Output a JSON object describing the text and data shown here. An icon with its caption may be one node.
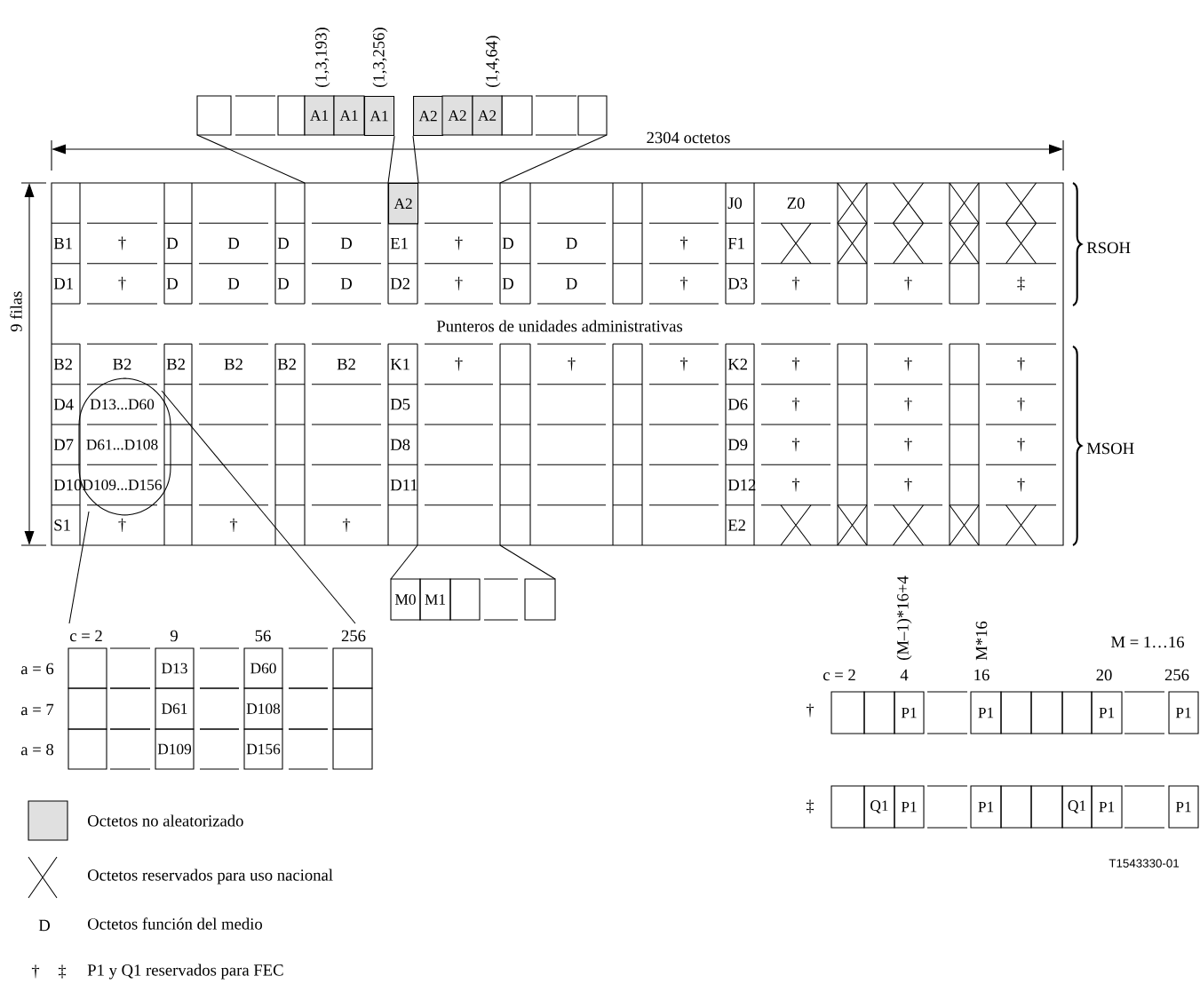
{
  "diagram": {
    "nodes": [
      {
        "text": [
          "A1"
        ]
      },
      {
        "text": [
          "A2"
        ]
      },
      {
        "text": [
          "A2"
        ]
      }
    ],
    "edges": [
      {
        "from": 0,
        "to": 2,
        "arrow": "none"
      },
      {
        "from": 1,
        "to": 2,
        "arrow": "none"
      }
    ],
    "labels": [
      "(1,3,193)",
      "(1,3,256)",
      "(1,4,64)",
      "A1",
      "A1",
      "A2",
      "A2",
      "2304 octetos",
      "9 filas",
      "J0",
      "Z0",
      "B1",
      "†",
      "D",
      "D",
      "D",
      "D",
      "E1",
      "†",
      "D",
      "D",
      "†",
      "F1",
      "RSOH",
      "D1",
      "†",
      "D",
      "D",
      "D",
      "D",
      "D2",
      "†",
      "D",
      "D",
      "†",
      "D3",
      "†",
      "†",
      "‡",
      "Punteros de unidades administrativas",
      "B2",
      "B2",
      "B2",
      "B2",
      "B2",
      "B2",
      "K1",
      "†",
      "†",
      "†",
      "K2",
      "†",
      "†",
      "†",
      "D4",
      "D13...D60",
      "D5",
      "D6",
      "†",
      "†",
      "†",
      "D7",
      "D61...D108",
      "D8",
      "D9",
      "†",
      "†",
      "†",
      "MSOH",
      "D10",
      "D109...D156",
      "D11",
      "D12",
      "†",
      "†",
      "†",
      "S1",
      "†",
      "†",
      "†",
      "E2",
      "M0",
      "M1",
      "(M–1)*16+4",
      "M*16",
      "c = 2",
      "9",
      "56",
      "256",
      "M = 1…16",
      "a = 6",
      "D13",
      "D60",
      "c = 2",
      "4",
      "16",
      "20",
      "256",
      "a = 7",
      "D61",
      "D108",
      "†",
      "P1",
      "P1",
      "P1",
      "P1",
      "a = 8",
      "D109",
      "D156",
      "‡",
      "Q1",
      "P1",
      "P1",
      "Q1",
      "P1",
      "P1",
      "T1543330-01",
      "D",
      "†",
      "‡"
    ],
    "legend": [
      {
        "text": "Octetos no aleatorizado",
        "color": "#e0e0e0"
      },
      {
        "text": "Octetos reservados para uso nacional"
      },
      {
        "text": "Octetos función del medio"
      },
      {
        "text": "P1 y Q1 reservados para FEC"
      }
    ]
  }
}
